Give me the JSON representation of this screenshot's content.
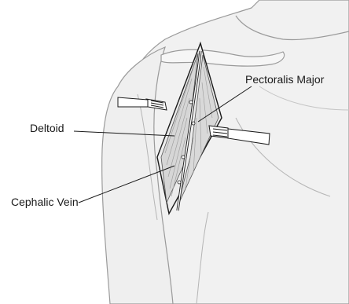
{
  "labels": {
    "pectoralis_major": "Pectoralis Major",
    "deltoid": "Deltoid",
    "cephalic_vein": "Cephalic Vein"
  },
  "colors": {
    "line": "#1a1a1a",
    "skin_fill": "#f1f1f1",
    "skin_stroke": "#9a9a9a",
    "muscle_fill": "#d9d9d9",
    "retractor_fill": "#ffffff"
  }
}
